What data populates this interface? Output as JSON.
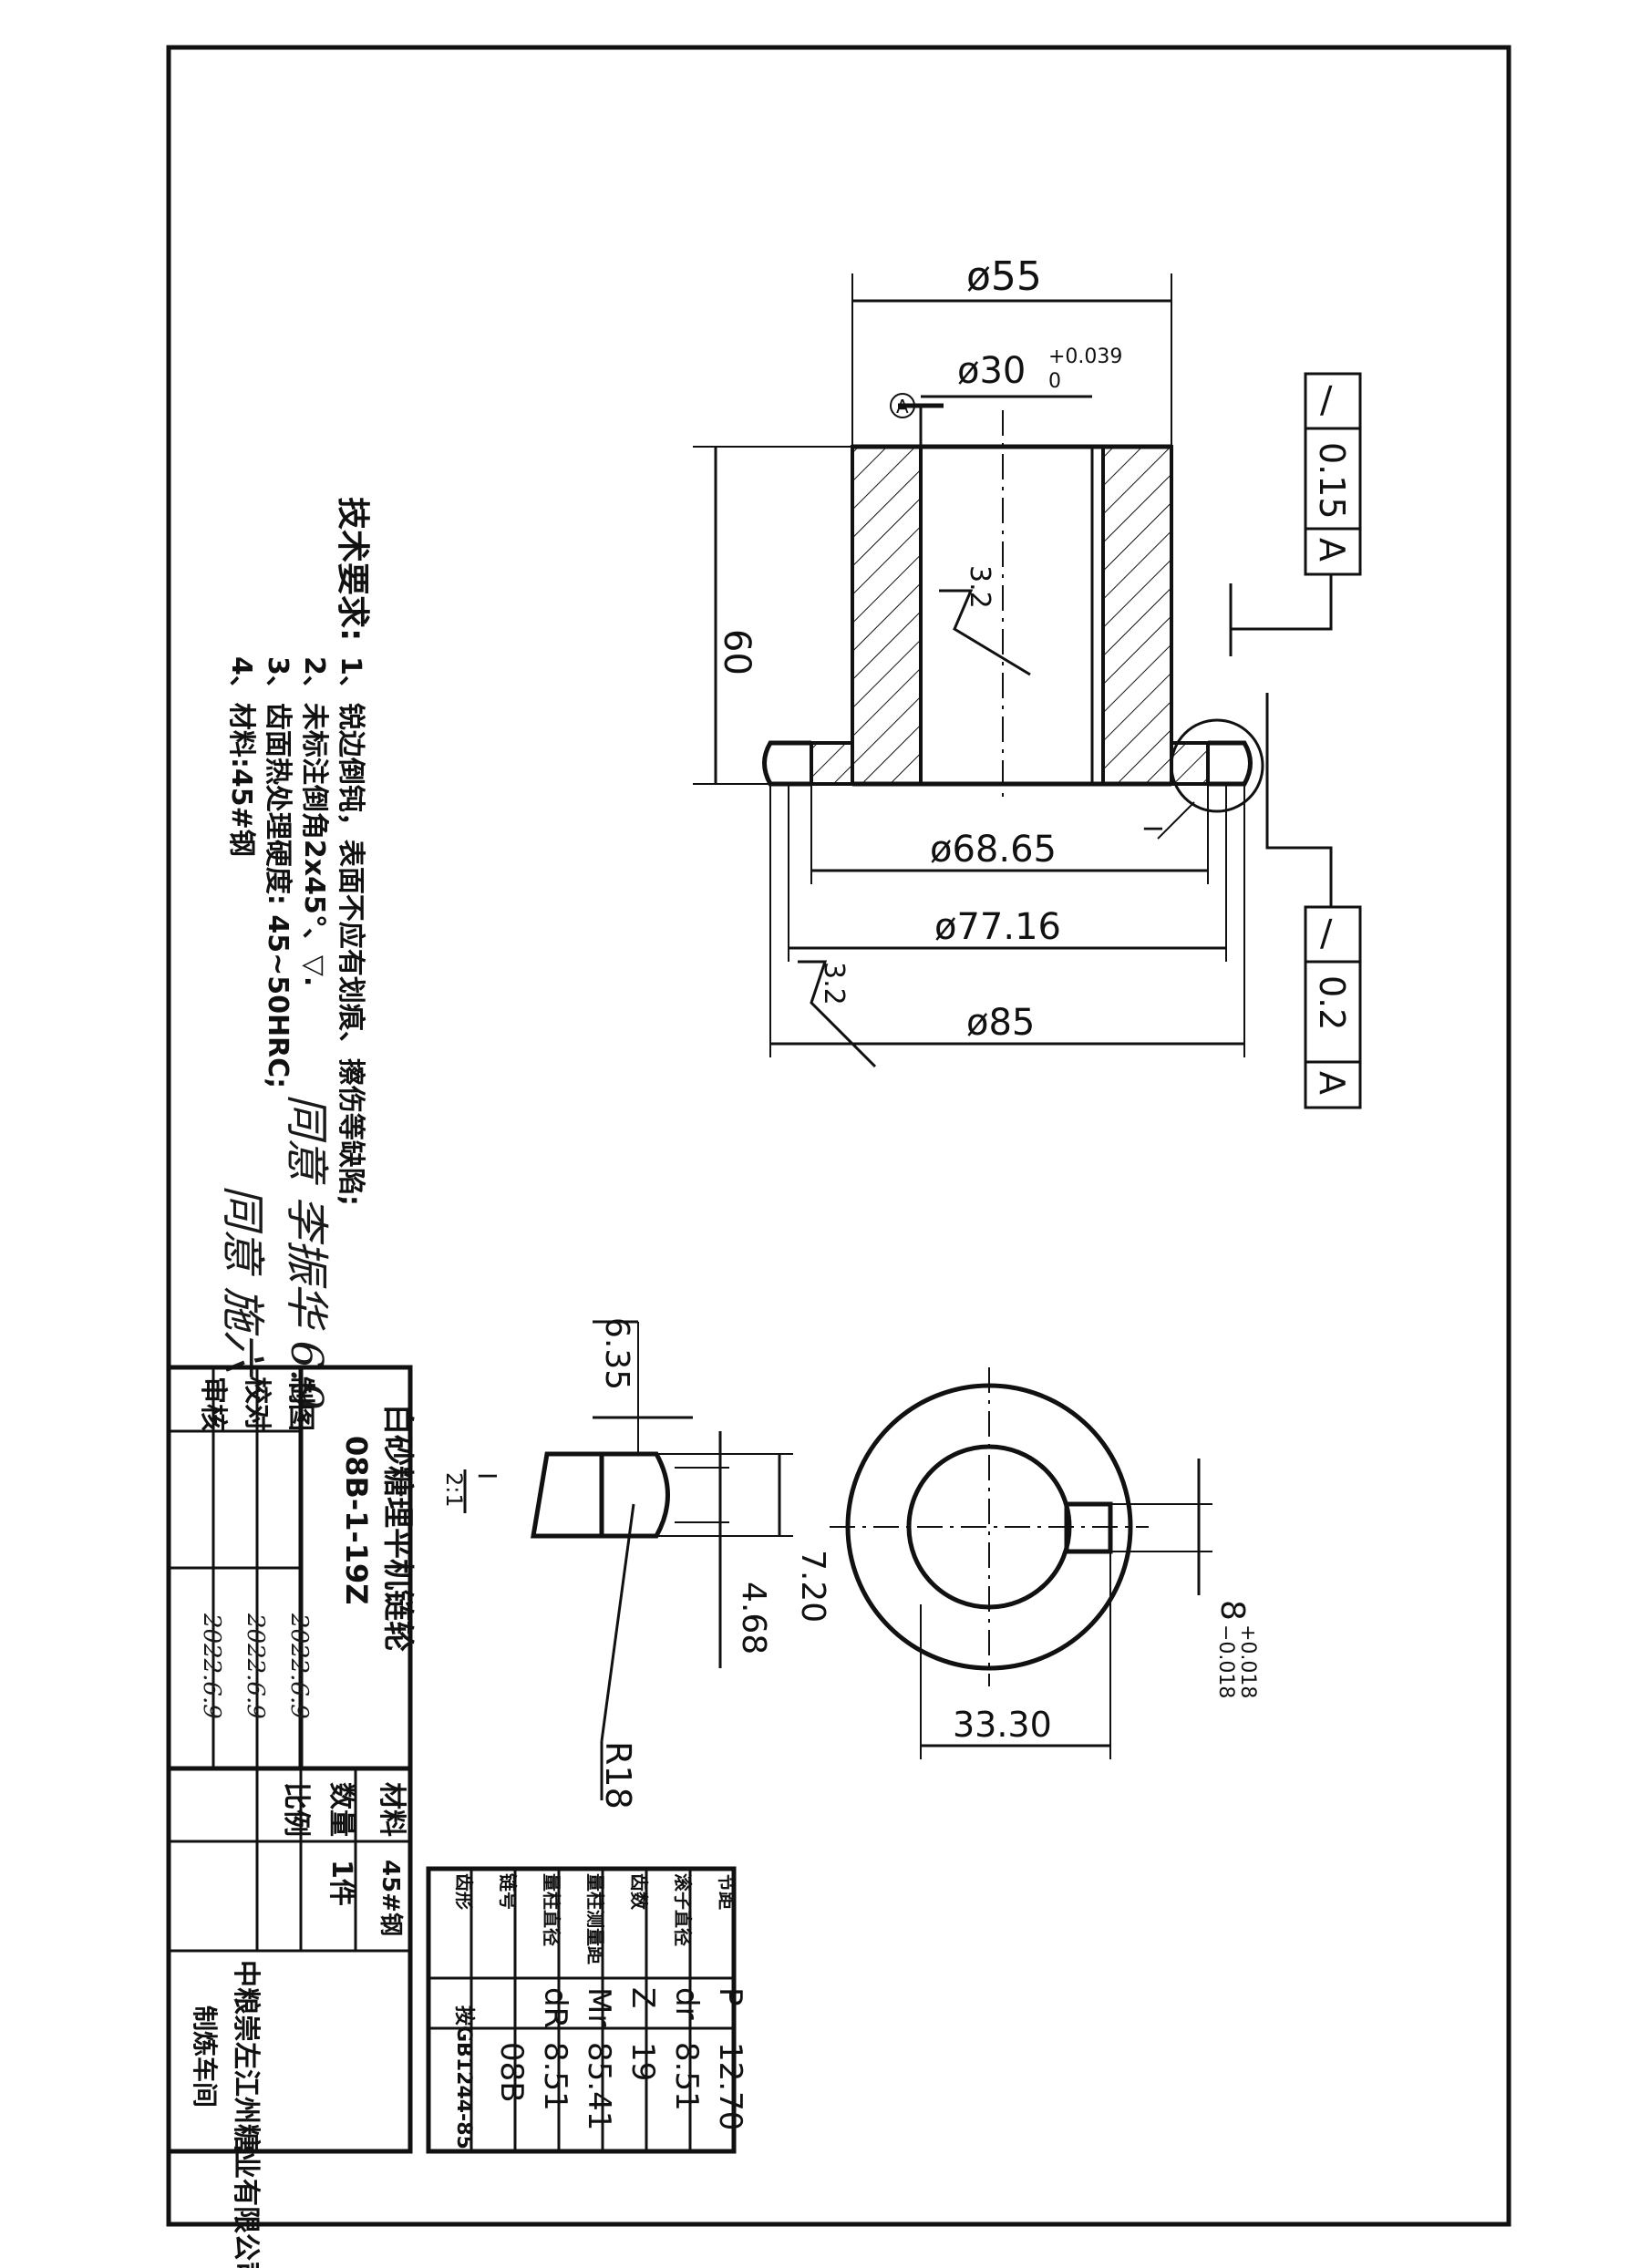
{
  "dimensions": {
    "outer_top": "ø55",
    "bore": "ø30",
    "bore_upper_tol": "+0.039",
    "bore_lower_tol": "0",
    "datum": "A",
    "height": "60",
    "root_dia": "ø68.65",
    "pitch_dia": "ø77.16",
    "outside_dia": "ø85",
    "roughness_bore": "3.2",
    "roughness_face": "3.2",
    "detail_label": "I",
    "keyway_depth": "33.30",
    "keyway_width": "8",
    "keyway_upper_tol": "+0.018",
    "keyway_lower_tol": "−0.018",
    "tooth_width_a": "6.35",
    "tooth_width_b": "7.20",
    "tooth_width_c": "4.68",
    "tooth_radius": "R18",
    "detail_scale_num": "I",
    "detail_scale_den": "2:1"
  },
  "tolerance_frames": [
    {
      "symbol": "∕",
      "value": "0.15",
      "datum": "A"
    },
    {
      "symbol": "∕",
      "value": "0.2",
      "datum": "A"
    }
  ],
  "tech_requirements": {
    "heading": "技术要求:",
    "items": [
      "1、锐边倒钝，表面不应有划痕、擦伤等缺陷;",
      "2、未标注倒角2x45°、▽.",
      "3、齿面热处理硬度: 45~50HRC;",
      "4、材料:45#钢"
    ]
  },
  "handwriting": {
    "note1": "同意 李振华 6.9",
    "note2": "同意 施六"
  },
  "title_block": {
    "part_name": "白砂糖理平机链轮",
    "part_code": "08B-1-19Z",
    "roles": [
      "制图",
      "校对",
      "审核"
    ],
    "dates": [
      "2022.6.9",
      "2022.6.9",
      "2022.6.9"
    ],
    "material_label": "材料",
    "material_value": "45#钢",
    "quantity_label": "数量",
    "quantity_value": "1件",
    "scale_label": "比例",
    "scale_value": "",
    "company_line1": "中粮崇左江州糖业有限公司",
    "company_line2": "制炼车间"
  },
  "sprocket_table": {
    "rows": [
      {
        "label": "节距",
        "symbol": "P",
        "value": "12.70"
      },
      {
        "label": "滚子直径",
        "symbol": "dr",
        "value": "8.51"
      },
      {
        "label": "齿数",
        "symbol": "Z",
        "value": "19"
      },
      {
        "label": "量柱测量距",
        "symbol": "Mr",
        "value": "85.41"
      },
      {
        "label": "量柱直径",
        "symbol": "dR",
        "value": "8.51"
      },
      {
        "label": "链号",
        "symbol": "",
        "value": "08B"
      },
      {
        "label": "齿形",
        "symbol": "",
        "value": "按GB1244-85"
      }
    ]
  }
}
